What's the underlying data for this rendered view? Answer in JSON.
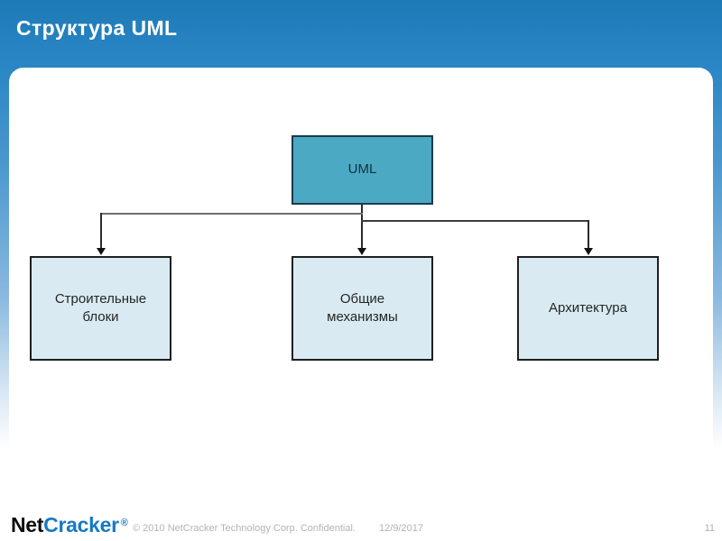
{
  "title": "Структура UML",
  "diagram": {
    "root": {
      "label": "UML",
      "fill": "#4ba9c3",
      "border": "#1b3a4a"
    },
    "children": [
      {
        "label": "Строительные блоки"
      },
      {
        "label": "Общие механизмы"
      },
      {
        "label": "Архитектура"
      }
    ],
    "child_fill": "#d9eaf2",
    "child_border": "#1f1f1f",
    "connector_color": "#2b2b2b"
  },
  "footer": {
    "logo_part1": "Net",
    "logo_part2": "Cracker",
    "logo_registered": "®",
    "copyright": "© 2010 NetCracker Technology Corp. Confidential.",
    "date": "12/9/2017",
    "page_number": "11"
  }
}
